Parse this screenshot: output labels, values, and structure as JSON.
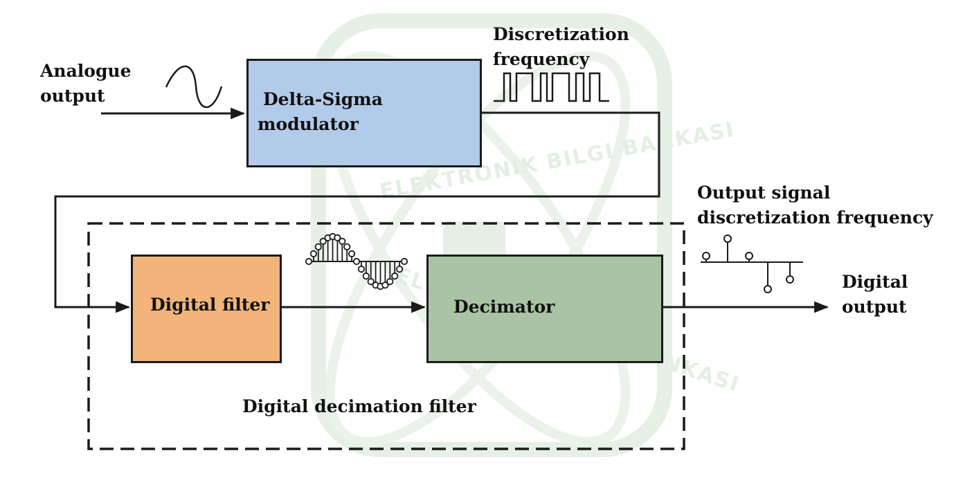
{
  "labels": {
    "analogue_output": [
      "Analogue",
      "output"
    ],
    "discretization_frequency": [
      "Discretization",
      "frequency"
    ],
    "output_signal_frequency": [
      "Output signal",
      "discretization frequency"
    ],
    "digital_output": [
      "Digital",
      "output"
    ],
    "decimation_filter": "Digital decimation filter"
  },
  "blocks": {
    "modulator": {
      "lines": [
        "Delta-Sigma",
        "modulator"
      ],
      "color": "#b2cbea"
    },
    "digital_filter": {
      "lines": [
        "Digital filter"
      ],
      "color": "#f2b47a"
    },
    "decimator": {
      "lines": [
        "Decimator"
      ],
      "color": "#a9c3a4"
    }
  },
  "watermark": {
    "top": "ELEKTRONIK BILGI BANKASI",
    "bottom": "ELEKTRONIK BILGI BANKASI"
  },
  "colors": {
    "line": "#1a1a1a",
    "watermark": "#e4efe4"
  }
}
